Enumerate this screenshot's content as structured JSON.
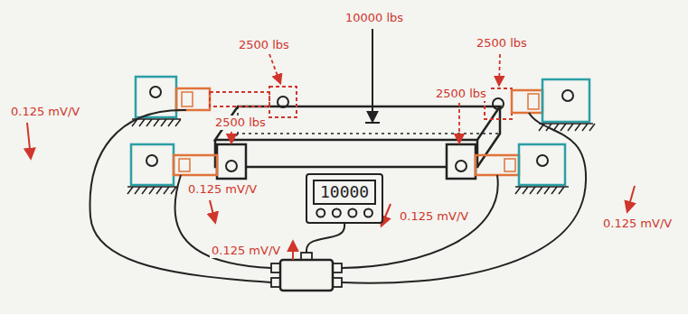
{
  "diagram": {
    "nodes": [
      {
        "text": [
          "10000"
        ]
      }
    ],
    "labels": [
      "2500 lbs",
      "10000 lbs",
      "2500 lbs",
      "2500 lbs",
      "2500 lbs",
      "0.125 mV/V",
      "0.125 mV/V",
      "0.125 mV/V",
      "0.125 mV/V",
      "0.125 mV/V"
    ]
  }
}
